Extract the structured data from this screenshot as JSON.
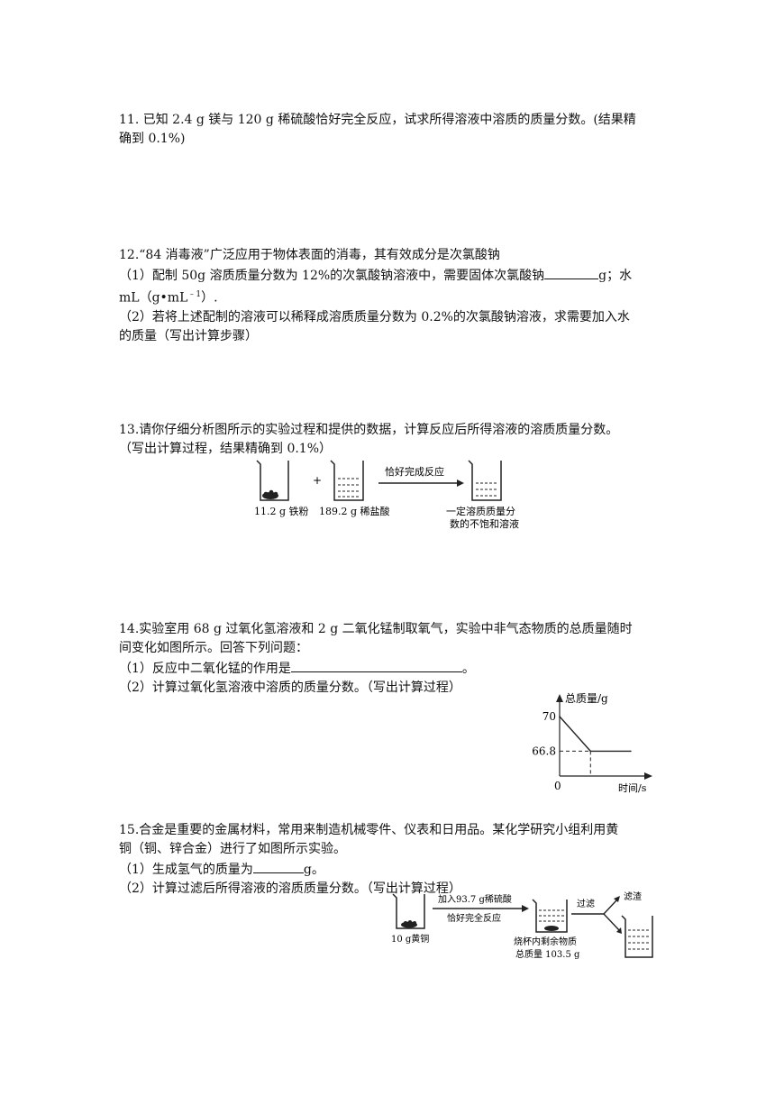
{
  "q11": {
    "line1": "11. 已知 2.4 g 镁与 120 g 稀硫酸恰好完全反应，试求所得溶液中溶质的质量分数。(结果精",
    "line2": "确到 0.1%)"
  },
  "q12": {
    "line1": "12.“84 消毒液”广泛应用于物体表面的消毒，其有效成分是次氯酸钠",
    "line2_a": "（1）配制 50g 溶质质量分数为 12%的次氯酸钠溶液中，需要固体次氯酸钠",
    "line2_b": "g；水",
    "line3_a": "mL（g•mL",
    "line3_sup": "﹣1",
    "line3_b": "）.",
    "line4": "（2）若将上述配制的溶液可以稀释成溶质质量分数为 0.2%的次氯酸钠溶液，求需要加入水",
    "line5": "的质量（写出计算步骤）"
  },
  "q13": {
    "line1": "13.请你仔细分析图所示的实验过程和提供的数据，计算反应后所得溶液的溶质质量分数。",
    "line2": "（写出计算过程，结果精确到 0.1%）",
    "figure": {
      "plus": "+",
      "arrow_label": "恰好完成反应",
      "label_iron": "11.2 g 铁粉",
      "label_acid": "189.2 g 稀盐酸",
      "label_result_1": "一定溶质质量分",
      "label_result_2": "数的不饱和溶液"
    }
  },
  "q14": {
    "line1": "14.实验室用 68 g 过氧化氢溶液和 2 g 二氧化锰制取氧气，实验中非气态物质的总质量随时",
    "line2": "间变化如图所示。回答下列问题：",
    "line3_a": "（1）反应中二氧化锰的作用是",
    "line3_b": "。",
    "line4": "（2）计算过氧化氢溶液中溶质的质量分数。（写出计算过程）"
  },
  "q15": {
    "line1": "15.合金是重要的金属材料，常用来制造机械零件、仪表和日用品。某化学研究小组利用黄",
    "line2": "铜（铜、锌合金）进行了如图所示实验。",
    "line3_a": "（1）生成氢气的质量为",
    "line3_b": "g。",
    "line4": "（2）计算过滤后所得溶液的溶质质量分数。（写出计算过程）",
    "figure": {
      "label_brass": "10 g黄铜",
      "arrow1_top": "加入93.7 g稀硫酸",
      "arrow1_bottom": "恰好完全反应",
      "arrow2_label": "过滤",
      "residue_label": "滤渣",
      "remaining_1": "烧杯内剩余物质",
      "remaining_2": "总质量 103.5 g"
    }
  },
  "chart_data": {
    "type": "line",
    "title": "",
    "xlabel": "时间/s",
    "ylabel": "总质量/g",
    "origin_label": "0",
    "y_ticks": [
      70,
      66.8
    ],
    "series": [
      {
        "x": [
          0,
          1,
          2.3
        ],
        "y": [
          70,
          66.8,
          66.8
        ]
      }
    ],
    "x_range": [
      0,
      2.8
    ],
    "y_range": [
      64.5,
      71.5
    ],
    "grid": false
  }
}
